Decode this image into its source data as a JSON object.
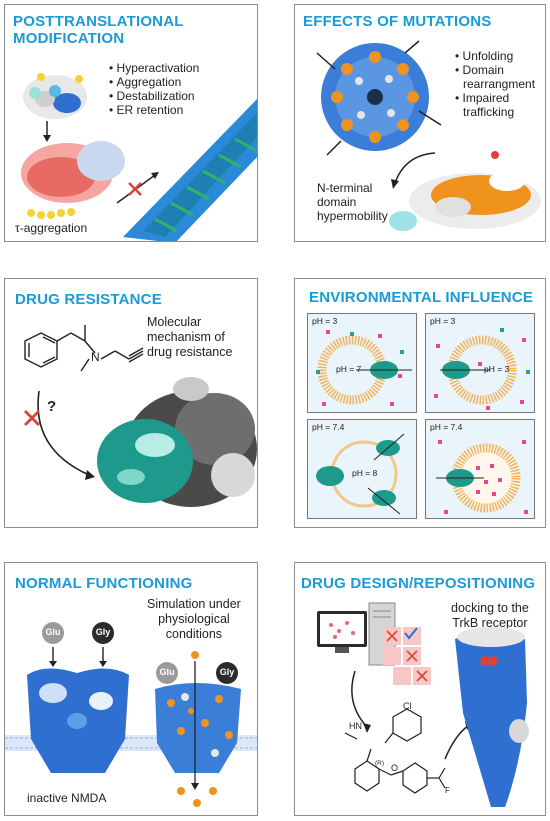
{
  "panels": {
    "ptm": {
      "title_line1": "POSTTRANSLATIONAL",
      "title_line2": "MODIFICATION",
      "bullets": [
        "Hyperactivation",
        "Aggregation",
        "Destabilization",
        "ER retention"
      ],
      "caption": "τ-aggregation"
    },
    "mutations": {
      "title": "EFFECTS OF MUTATIONS",
      "bullets": [
        "Unfolding",
        "Domain",
        "rearrangment",
        "Impaired",
        "trafficking"
      ],
      "caption_lines": [
        "N-terminal",
        "domain",
        "hypermobility"
      ]
    },
    "resistance": {
      "title": "DRUG RESISTANCE",
      "caption_lines": [
        "Molecular",
        "mechanism of",
        "drug resistance"
      ],
      "question": "?",
      "atom_n": "N"
    },
    "environment": {
      "title": "ENVIRONMENTAL INFLUENCE",
      "quadrants": [
        {
          "outer_ph": "pH = 3",
          "inner_ph": "pH = 7"
        },
        {
          "outer_ph": "pH = 3",
          "inner_ph": "pH = 3"
        },
        {
          "outer_ph": "pH = 7.4",
          "inner_ph": "pH = 8"
        },
        {
          "outer_ph": "pH = 7.4",
          "inner_ph": ""
        }
      ]
    },
    "normal": {
      "title": "NORMAL FUNCTIONING",
      "glu": "Glu",
      "gly": "Gly",
      "caption_lines": [
        "Simulation under",
        "physiological",
        "conditions"
      ],
      "bottom": "inactive NMDA"
    },
    "design": {
      "title": "DRUG DESIGN/REPOSITIONING",
      "caption_lines": [
        "docking to the",
        "TrkB receptor"
      ],
      "chem_cl": "Cl",
      "chem_hn": "HN",
      "chem_o": "O",
      "chem_r": "(R)",
      "chem_f": "F"
    }
  },
  "colors": {
    "accent": "#1a9bd6",
    "protein_blue": "#2e6fd0",
    "mutation_orange": "#f0931e",
    "teal": "#1e9a8c",
    "red_cross": "#d9443a",
    "membrane_orange": "#f3b35a"
  }
}
